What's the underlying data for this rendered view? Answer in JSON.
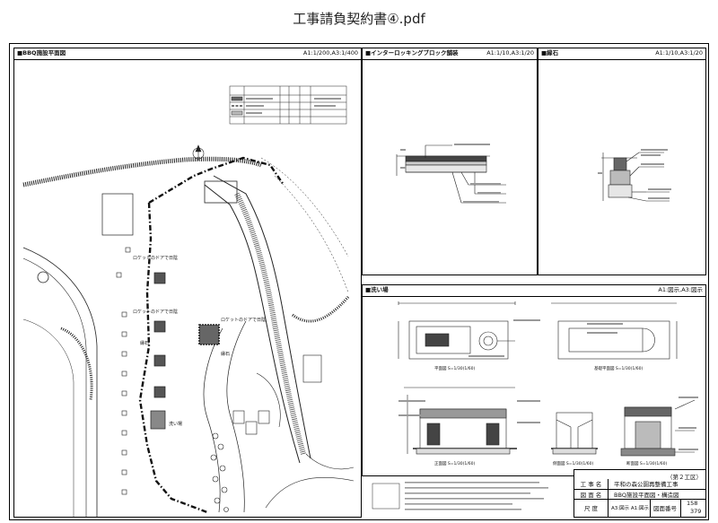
{
  "file_title": "工事請負契約書④.pdf",
  "panels": {
    "plan": {
      "title": "■BBQ施設平面図",
      "scale": "A1:1/200,A3:1/400"
    },
    "block": {
      "title": "■インターロッキングブロック舗装",
      "scale": "A1:1/10,A3:1/20"
    },
    "curb": {
      "title": "■縁石",
      "scale": "A1:1/10,A3:1/20"
    },
    "sink": {
      "title": "■洗い場",
      "scale": "A1:図示,A3:図示"
    }
  },
  "plan_labels": {
    "bbq_area_a": "ロケットのドアで日陰",
    "bbq_area_b": "ロケットのドアで日陰",
    "bbq_area_c": "ロケットのドアで日陰",
    "curb_label_a": "縁石",
    "curb_label_b": "縁石",
    "sink_label": "洗い場"
  },
  "sink_view_labels": {
    "plan": "平面図 S=1/30(1/60)",
    "base_plan": "基礎平面図 S=1/30(1/60)",
    "elevation": "正面図 S=1/30(1/60)",
    "side": "側面図 S=1/30(1/60)",
    "section": "断面図 S=1/30(1/60)"
  },
  "title_block": {
    "phase": "（第２工区）",
    "project_key": "工 事 名",
    "project_name": "平和の森公園再整備工事",
    "drawing_key": "図 面 名",
    "drawing_name": "BBQ施設平面図・構造図",
    "scale_key": "尺 度",
    "scale_value": "A3:図示 A1:図示",
    "number_key": "図面番号",
    "sheet_no": "158",
    "sheet_total": "379"
  }
}
